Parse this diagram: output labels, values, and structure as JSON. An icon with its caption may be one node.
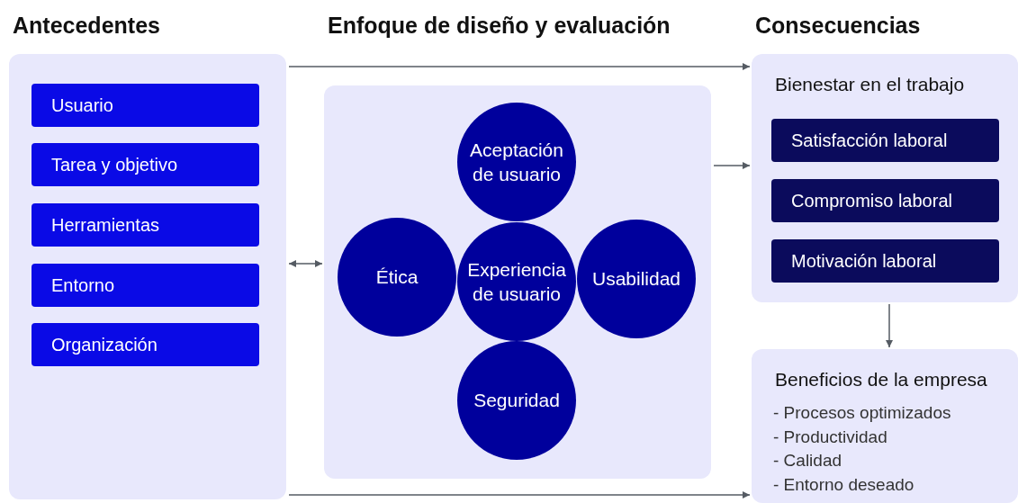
{
  "diagram": {
    "nodes": [
      {
        "text": [
          "Antecedentes"
        ]
      },
      {
        "text": [
          "Usuario"
        ],
        "in": 0
      },
      {
        "text": [
          "Tarea y objetivo"
        ],
        "in": 0
      },
      {
        "text": [
          "Herramientas"
        ],
        "in": 0
      },
      {
        "text": [
          "Entorno"
        ],
        "in": 0
      },
      {
        "text": [
          "Organización"
        ],
        "in": 0
      },
      {
        "text": [
          "Enfoque de diseño y evaluación"
        ]
      },
      {
        "text": [
          "Aceptación de usuario"
        ],
        "in": 6
      },
      {
        "text": [
          "Ética"
        ],
        "in": 6
      },
      {
        "text": [
          "Experiencia de usuario"
        ],
        "in": 6
      },
      {
        "text": [
          "Usabilidad"
        ],
        "in": 6
      },
      {
        "text": [
          "Seguridad"
        ],
        "in": 6
      },
      {
        "text": [
          "Consecuencias",
          "Bienestar en el trabajo"
        ]
      },
      {
        "text": [
          "Satisfacción laboral"
        ],
        "in": 12
      },
      {
        "text": [
          "Compromiso laboral"
        ],
        "in": 12
      },
      {
        "text": [
          "Motivación laboral"
        ],
        "in": 12
      },
      {
        "text": [
          "Beneficios de la empresa",
          "- Procesos optimizados",
          "- Productividad",
          "- Calidad",
          "- Entorno deseado"
        ]
      }
    ],
    "edges": [
      {
        "from": 0,
        "to": 12,
        "arrow": "to"
      },
      {
        "from": 0,
        "to": 6,
        "arrow": "both"
      },
      {
        "from": 6,
        "to": 12,
        "arrow": "to"
      },
      {
        "from": 12,
        "to": 16,
        "arrow": "to"
      },
      {
        "from": 0,
        "to": 16,
        "arrow": "to"
      }
    ]
  }
}
